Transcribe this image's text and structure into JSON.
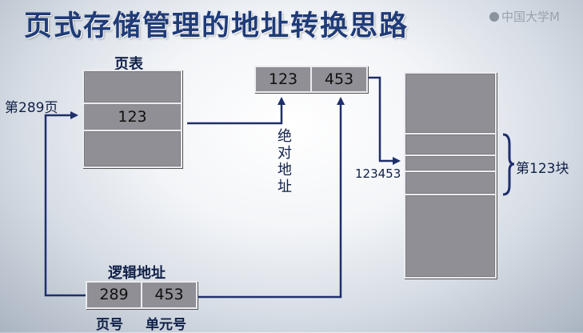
{
  "title": "页式存储管理的地址转换思路",
  "watermark": "中国大学M",
  "page_table": {
    "label": "页表",
    "entry_value": "123"
  },
  "page_label": "第289页",
  "absolute_address": {
    "label": "绝对地址",
    "page_part": "123",
    "offset_part": "453"
  },
  "memory": {
    "address_label": "123453",
    "block_label": "第123块"
  },
  "logical_address": {
    "label": "逻辑地址",
    "page_number": "289",
    "unit_number": "453",
    "page_number_label": "页号",
    "unit_number_label": "单元号"
  },
  "colors": {
    "title": "#1f3b78",
    "arrow": "#1f2f6b",
    "cell": "#8f8f95"
  }
}
